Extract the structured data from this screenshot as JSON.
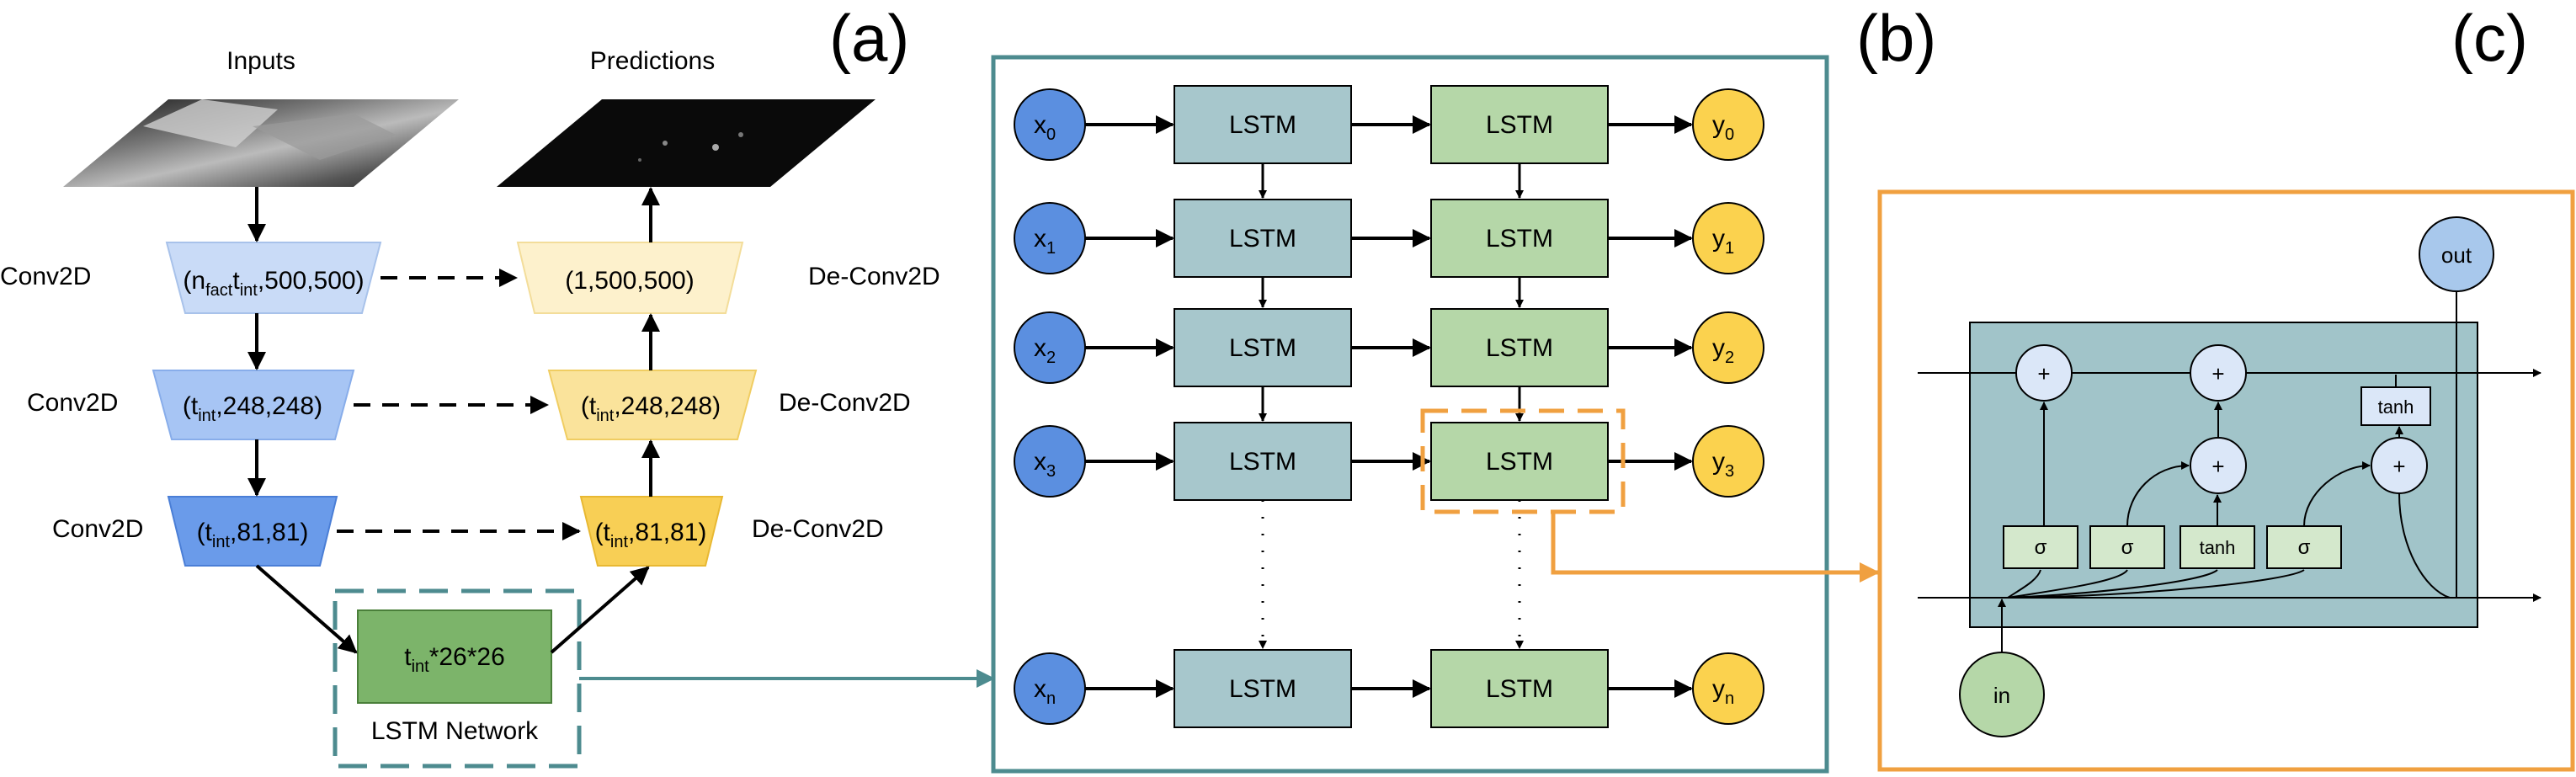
{
  "panel_labels": {
    "a": "(a)",
    "b": "(b)",
    "c": "(c)"
  },
  "panel_a": {
    "inputs_label": "Inputs",
    "predictions_label": "Predictions",
    "enc1": {
      "pre": "(n",
      "s1": "fact",
      "mid": "t",
      "s2": "int",
      "post": ",500,500)"
    },
    "enc2": {
      "pre": "(t",
      "sub": "int",
      "post": ",248,248)"
    },
    "enc3": {
      "pre": "(t",
      "sub": "int",
      "post": ",81,81)"
    },
    "dec1": "(1,500,500)",
    "dec2": {
      "pre": "(t",
      "sub": "int",
      "post": ",248,248)"
    },
    "dec3": {
      "pre": "(t",
      "sub": "int",
      "post": ",81,81)"
    },
    "conv_label": "Conv2D",
    "deconv_label": "De-Conv2D",
    "bottleneck": {
      "pre": "t",
      "sub": "int",
      "post": "*26*26"
    },
    "lstm_network_label": "LSTM Network"
  },
  "panel_b": {
    "lstm_label": "LSTM",
    "inputs": [
      {
        "base": "x",
        "sub": "0"
      },
      {
        "base": "x",
        "sub": "1"
      },
      {
        "base": "x",
        "sub": "2"
      },
      {
        "base": "x",
        "sub": "3"
      },
      {
        "base": "x",
        "sub": "n"
      }
    ],
    "outputs": [
      {
        "base": "y",
        "sub": "0"
      },
      {
        "base": "y",
        "sub": "1"
      },
      {
        "base": "y",
        "sub": "2"
      },
      {
        "base": "y",
        "sub": "3"
      },
      {
        "base": "y",
        "sub": "n"
      }
    ],
    "ellipsis": "."
  },
  "panel_c": {
    "plus": "+",
    "sigma": "σ",
    "tanh": "tanh",
    "in_label": "in",
    "out_label": "out"
  },
  "colors": {
    "teal_border": "#4d8b8f",
    "orange": "#f0a040",
    "lstm_layer1": "#a7c7cc",
    "lstm_layer2": "#b5d7a8",
    "x_circle": "#5b8fe0",
    "y_circle": "#fbd24e",
    "cell_bg": "#a1c4c9"
  }
}
